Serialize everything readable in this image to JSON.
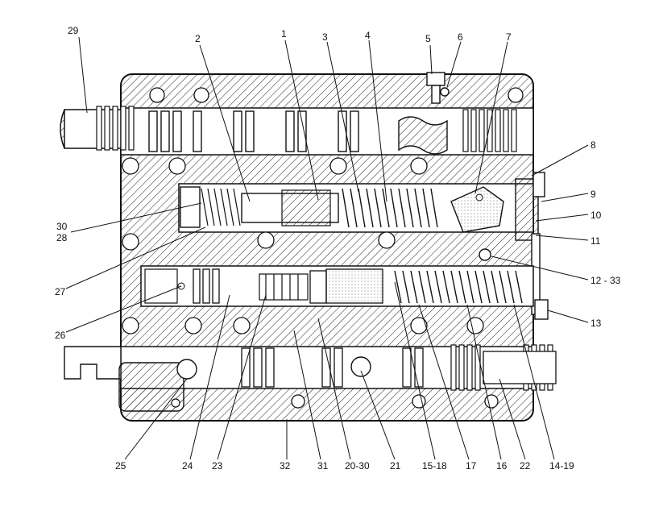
{
  "labels": {
    "l29": "29",
    "l2": "2",
    "l1": "1",
    "l3": "3",
    "l4": "4",
    "l5": "5",
    "l6": "6",
    "l7": "7",
    "l8": "8",
    "l9": "9",
    "l10": "10",
    "l11": "11",
    "l12_33": "12 - 33",
    "l13": "13",
    "l30": "30",
    "l28": "28",
    "l27": "27",
    "l26": "26",
    "l25": "25",
    "l24": "24",
    "l23": "23",
    "l32": "32",
    "l31": "31",
    "l20_30": "20-30",
    "l21": "21",
    "l15_18": "15-18",
    "l17": "17",
    "l16": "16",
    "l22": "22",
    "l14_19": "14-19"
  },
  "colors": {
    "line": "#111111",
    "background": "#ffffff",
    "hatch": "#222222"
  }
}
